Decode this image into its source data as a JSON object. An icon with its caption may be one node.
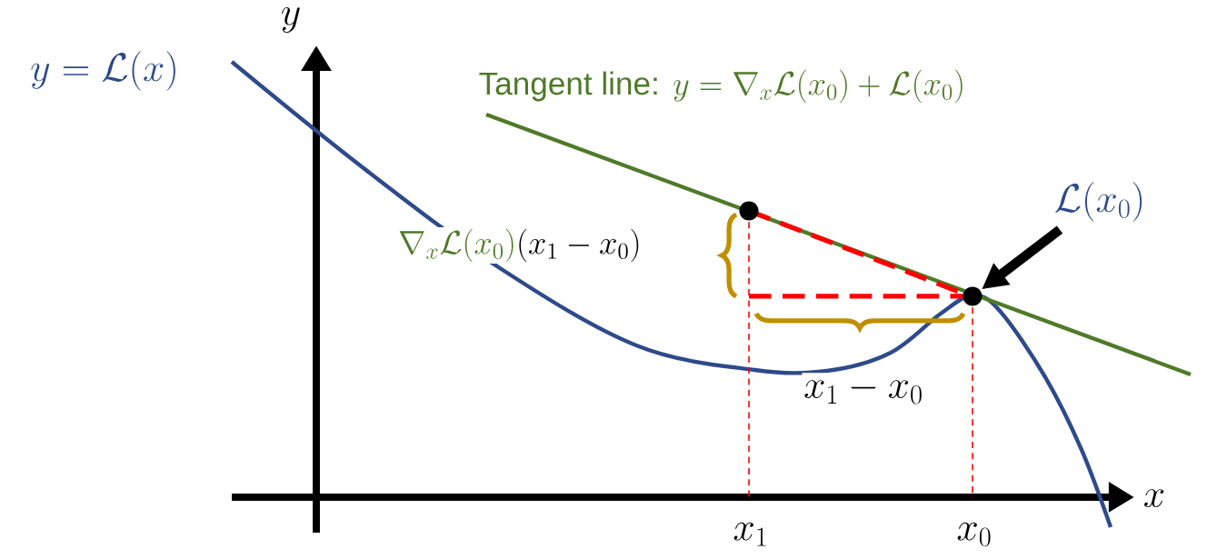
{
  "diagram": {
    "nodes": [
      {
        "text": [
          "\\mathcal{L}(x_0)"
        ]
      },
      {
        "text": [],
        "shape": "circle"
      },
      {
        "text": [],
        "shape": "circle"
      }
    ],
    "edges": [
      {
        "from": 0,
        "to": 2,
        "arrow": "to"
      }
    ],
    "labels": [
      "y=\\mathcal{L}(x)",
      "y",
      "Tangent line:",
      "y=\\nabla_x\\mathcal{L}(x_0)+\\mathcal{L}(x_0)",
      "\\nabla_x\\mathcal{L}(x_0)",
      "(x_1-x_0)",
      "x_1-x_0",
      "x",
      "x_1",
      "x_0"
    ]
  }
}
